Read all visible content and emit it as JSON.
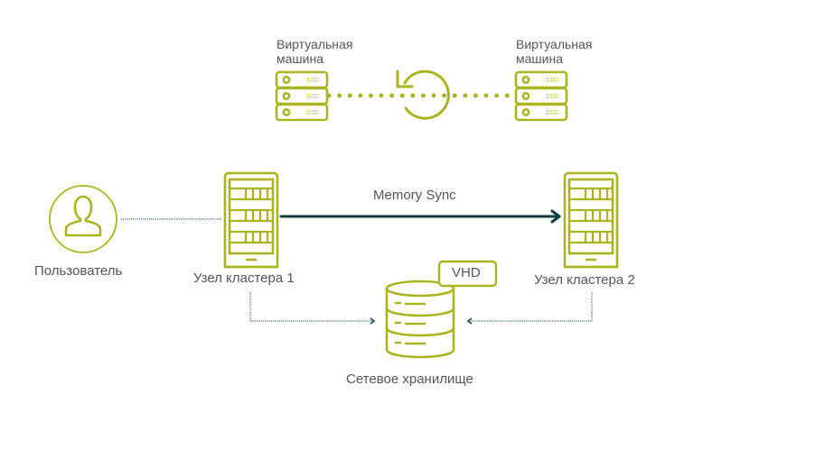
{
  "colors": {
    "icon": "#aab41e",
    "text": "#555555",
    "arrow": "#0e3f3f",
    "dotted": "#2a5c5c",
    "dots": "#aab41e"
  },
  "virtual_machines": {
    "left": {
      "label_line1": "Виртуальная",
      "label_line2": "машина",
      "icon": "server-stack-icon"
    },
    "right": {
      "label_line1": "Виртуальная",
      "label_line2": "машина",
      "icon": "server-stack-icon"
    },
    "sync_icon": "refresh-icon"
  },
  "user": {
    "label": "Пользователь",
    "icon": "user-icon"
  },
  "node1": {
    "label": "Узел кластера 1",
    "icon": "server-rack-icon"
  },
  "node2": {
    "label": "Узел кластера 2",
    "icon": "server-rack-icon"
  },
  "memory_sync": {
    "label": "Memory Sync"
  },
  "storage": {
    "label": "Сетевое хранилище",
    "badge": "VHD",
    "icon": "database-icon"
  }
}
